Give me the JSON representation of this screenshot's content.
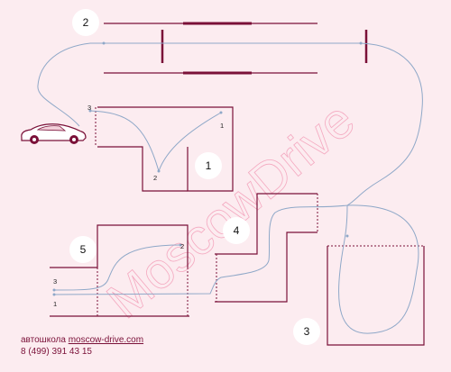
{
  "colors": {
    "background": "#fcecf0",
    "track": "#7a1038",
    "path": "#8fa8c8",
    "watermark": "#f4a9c0"
  },
  "watermark": "MoscowDrive",
  "car_icon": "sports-car-icon",
  "exercises": [
    {
      "id": "ex1",
      "number": "1",
      "points": [
        "1",
        "2",
        "3"
      ]
    },
    {
      "id": "ex2",
      "number": "2"
    },
    {
      "id": "ex3",
      "number": "3"
    },
    {
      "id": "ex4",
      "number": "4"
    },
    {
      "id": "ex5",
      "number": "5",
      "points": [
        "1",
        "2",
        "3"
      ]
    }
  ],
  "footer": {
    "school_prefix": "автошкола ",
    "school_site": "moscow-drive.com",
    "phone": "8 (499) 391 43 15"
  }
}
